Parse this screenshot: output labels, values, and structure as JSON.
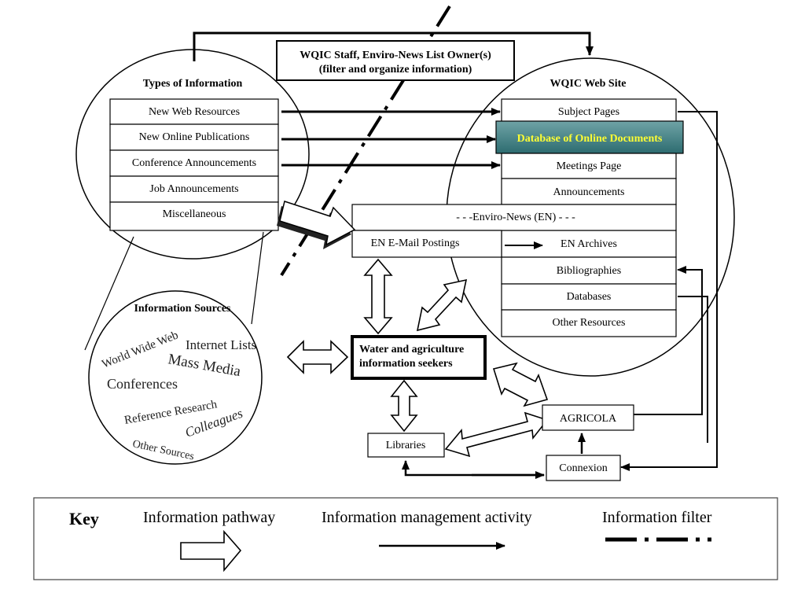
{
  "staff_box": {
    "line1": "WQIC Staff, Enviro-News List Owner(s)",
    "line2": "(filter and organize information)"
  },
  "types_of_information": {
    "title": "Types of Information",
    "items": [
      "New Web Resources",
      "New Online Publications",
      "Conference Announcements",
      "Job Announcements",
      "Miscellaneous"
    ]
  },
  "web_site": {
    "title": "WQIC Web Site",
    "items": [
      "Subject Pages",
      "Database of Online Documents",
      "Meetings Page",
      "Announcements"
    ],
    "items_lower": [
      "Bibliographies",
      "Databases",
      "Other Resources"
    ],
    "en_archives": "EN Archives",
    "highlight_color": "#3b7a7e",
    "highlight_text_color": "#ffff33"
  },
  "enviro_news": {
    "title": "- - -Enviro-News (EN) - - -",
    "postings": "EN E-Mail Postings"
  },
  "sources": {
    "title": "Information Sources",
    "items": [
      "World Wide Web",
      "Internet Lists",
      "Mass Media",
      "Conferences",
      "Reference Research",
      "Colleagues",
      "Other Sources"
    ]
  },
  "seekers": {
    "line1": "Water and agriculture",
    "line2": "information seekers"
  },
  "libraries": "Libraries",
  "agricola": "AGRICOLA",
  "connexion": "Connexion",
  "key": {
    "title": "Key",
    "pathway": "Information pathway",
    "management": "Information management activity",
    "filter": "Information filter"
  }
}
